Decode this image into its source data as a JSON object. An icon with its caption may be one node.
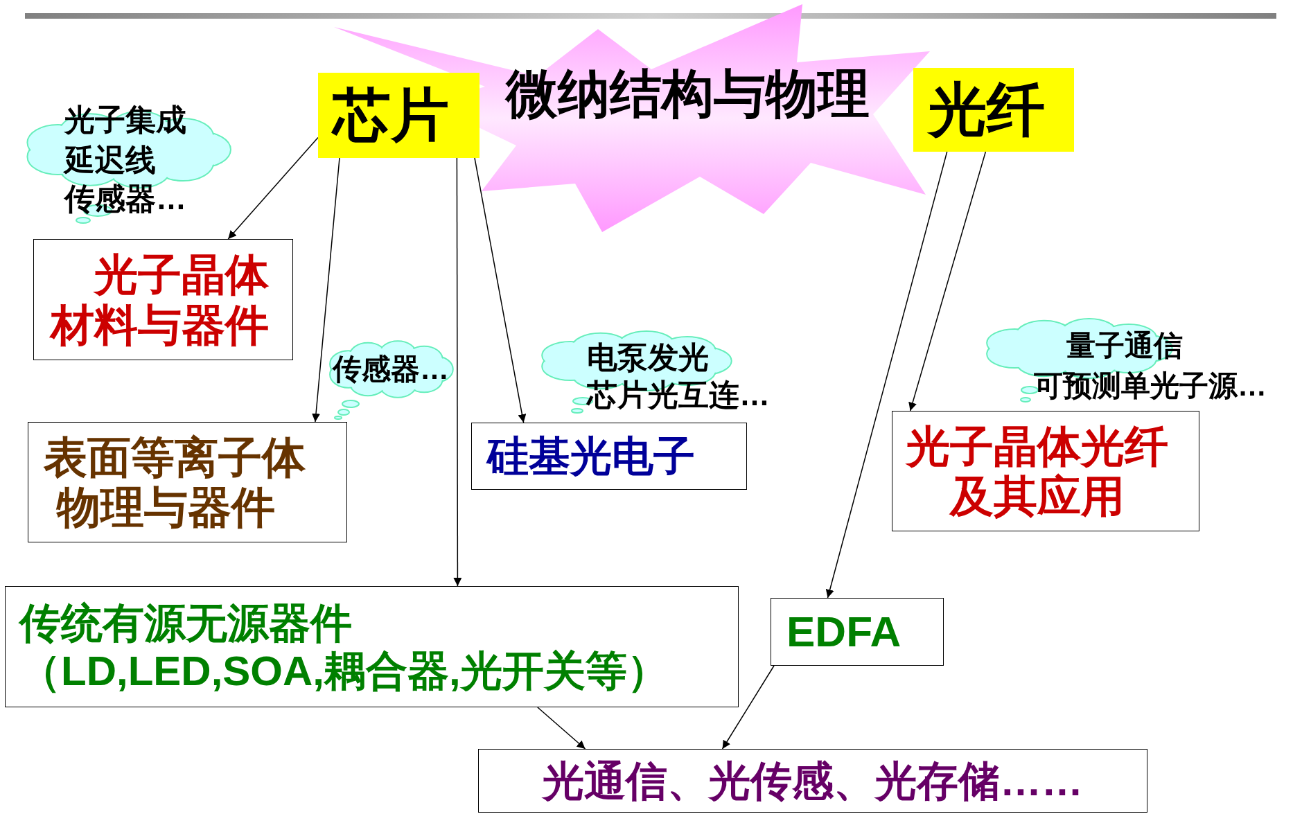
{
  "diagram": {
    "nodes": [
      {
        "text": [
          "微纳结构与物理"
        ]
      },
      {
        "text": [
          "芯片"
        ]
      },
      {
        "text": [
          "光纤"
        ]
      },
      {
        "text": [
          "光子集成",
          "延迟线",
          "传感器…"
        ]
      },
      {
        "text": [
          "光子晶体材料与器件"
        ]
      },
      {
        "text": [
          "传感器…"
        ]
      },
      {
        "text": [
          "表面等离子体物理与器件"
        ]
      },
      {
        "text": [
          "电泵发光",
          "芯片光互连…"
        ]
      },
      {
        "text": [
          "硅基光电子"
        ]
      },
      {
        "text": [
          "量子通信",
          "可预测单光子源…"
        ]
      },
      {
        "text": [
          "光子晶体光纤及其应用"
        ]
      },
      {
        "text": [
          "传统有源无源器件",
          "（LD,LED,SOA,耦合器,光开关等）"
        ]
      },
      {
        "text": [
          "EDFA"
        ]
      },
      {
        "text": [
          "光通信、光传感、光存储……"
        ]
      }
    ],
    "edges": [
      {
        "from": 1,
        "to": 4,
        "arrow": "to"
      },
      {
        "from": 1,
        "to": 6,
        "arrow": "to"
      },
      {
        "from": 1,
        "to": 11,
        "arrow": "to"
      },
      {
        "from": 1,
        "to": 8,
        "arrow": "to"
      },
      {
        "from": 2,
        "to": 12,
        "arrow": "to"
      },
      {
        "from": 2,
        "to": 10,
        "arrow": "to"
      },
      {
        "from": 11,
        "to": 13,
        "arrow": "to"
      },
      {
        "from": 12,
        "to": 13,
        "arrow": "to"
      }
    ]
  }
}
